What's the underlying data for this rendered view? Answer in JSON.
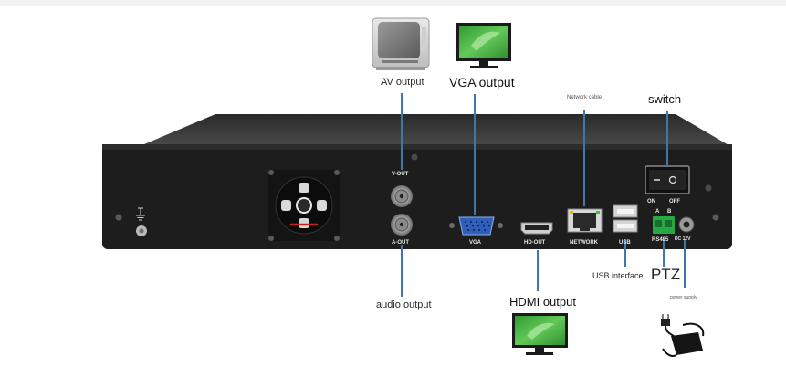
{
  "callouts": {
    "av_output": "AV output",
    "vga_output": "VGA output",
    "network_cable": "Network cable",
    "switch": "switch",
    "audio_output": "audio output",
    "hdmi_output": "HDMI output",
    "usb_interface": "USB interface",
    "ptz": "PTZ",
    "power_supply": "power supply"
  },
  "panel_labels": {
    "v_out": "V-OUT",
    "a_out": "A-OUT",
    "vga": "VGA",
    "hd_out": "HD-OUT",
    "network": "NETWORK",
    "usb": "USB",
    "rs485": "RS485",
    "dc12v": "DC 12V",
    "on": "ON",
    "off": "OFF",
    "a": "A",
    "b": "B"
  },
  "colors": {
    "leader_line": "#3f78a8",
    "chassis": "#1d1d1d",
    "monitor_screen": "#3aa83a"
  },
  "icons": [
    "crt-tv-icon",
    "monitor-icon",
    "power-adapter-icon",
    "ground-symbol-icon"
  ]
}
